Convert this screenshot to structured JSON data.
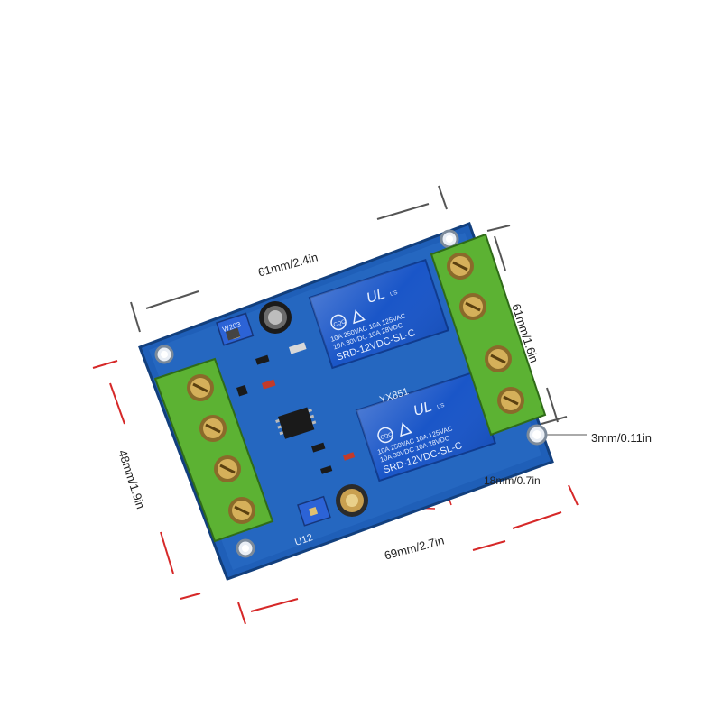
{
  "dimensions": {
    "top_width": "61mm/2.4in",
    "right_height": "61mm/1.6in",
    "left_height": "48mm/1.9in",
    "bottom_width": "69mm/2.7in",
    "hole": "3mm/0.11in",
    "gap": "18mm/0.7in"
  },
  "board": {
    "model": "YX851",
    "label_bottom": "U12",
    "pot_code": "W203",
    "relays": [
      {
        "line1": "10A 250VAC  10A 125VAC",
        "line2": "10A  30VDC  10A  28VDC",
        "model": "SRD-12VDC-SL-C",
        "cert": "CQC",
        "ul": "US"
      },
      {
        "line1": "10A 250VAC  10A 125VAC",
        "line2": "10A  30VDC  10A  28VDC",
        "model": "SRD-12VDC-SL-C",
        "cert": "CQC",
        "ul": "US"
      }
    ]
  },
  "colors": {
    "pcb": "#1f5fb8",
    "relay": "#1a56c8",
    "terminal": "#5cb233",
    "dim_gray": "#555555",
    "dim_red": "#d62828"
  }
}
